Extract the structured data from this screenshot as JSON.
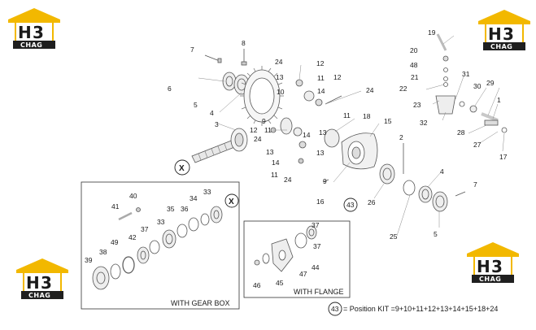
{
  "logo": {
    "letter": "H",
    "digit": "3",
    "word": "CHAG"
  },
  "colors": {
    "logo_yellow": "#f2b800",
    "logo_dark": "#1f1f1f",
    "line": "#555555"
  },
  "labels": {
    "n7a": "7",
    "n8": "8",
    "n6": "6",
    "n5a": "5",
    "n4a": "4",
    "n3": "3",
    "n10": "10",
    "n24a": "24",
    "n12a": "12",
    "n13a": "13",
    "n11a": "11",
    "n14a": "14",
    "n12b": "12",
    "n24b": "24",
    "n11b": "11",
    "n9a": "9",
    "n12c": "12",
    "n11c": "11",
    "n24c": "24",
    "n13b": "13",
    "n14b": "14",
    "n13c": "13",
    "n11d": "11",
    "n24d": "24",
    "n14c": "14",
    "n18": "18",
    "n15": "15",
    "n9b": "9",
    "n16": "16",
    "n43a": "43",
    "n26": "26",
    "n2": "2",
    "n25": "25",
    "n4b": "4",
    "n7b": "7",
    "n5b": "5",
    "n19": "19",
    "n20": "20",
    "n48": "48",
    "n21": "21",
    "n22": "22",
    "n23": "23",
    "n31": "31",
    "n30": "30",
    "n29": "29",
    "n1": "1",
    "n32": "32",
    "n28": "28",
    "n27": "27",
    "n17": "17",
    "n41": "41",
    "n40": "40",
    "n35": "35",
    "n36": "36",
    "n34": "34",
    "n33a": "33",
    "n37a": "37",
    "n33b": "33",
    "n42": "42",
    "n38": "38",
    "n49": "49",
    "n39": "39",
    "n37b": "37",
    "n44": "44",
    "n47": "47",
    "n45": "45",
    "n46": "46"
  },
  "view_marker": "X",
  "boxes": {
    "gear_box": "WITH GEAR BOX",
    "flange": "WITH FLANGE"
  },
  "legend": {
    "number": "43",
    "text": "= Position KIT =9+10+11+12+13+14+15+18+24"
  }
}
